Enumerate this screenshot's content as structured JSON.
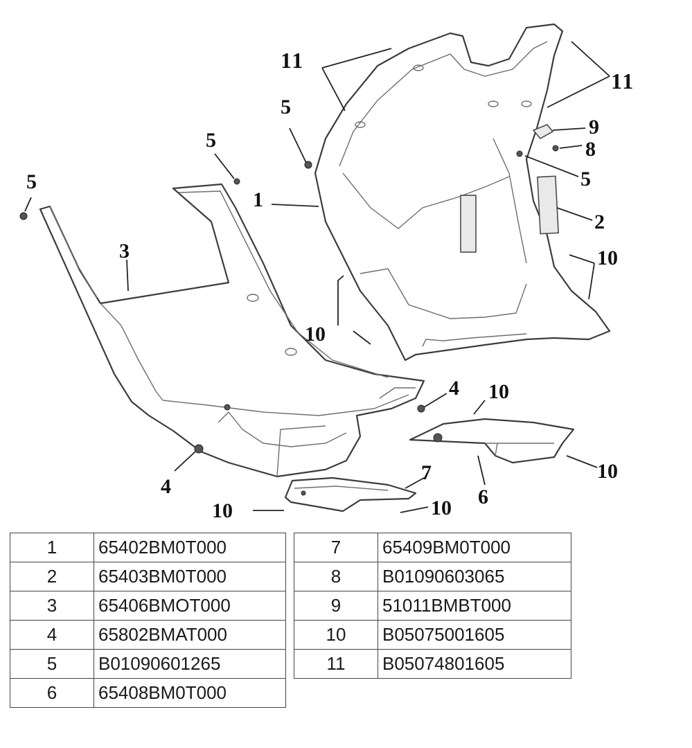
{
  "diagram": {
    "callouts": {
      "c11_left": "11",
      "c11_right": "11",
      "c5_a": "5",
      "c5_b": "5",
      "c5_c": "5",
      "c5_d": "5",
      "c1": "1",
      "c2": "2",
      "c3": "3",
      "c4_a": "4",
      "c4_b": "4",
      "c6": "6",
      "c7": "7",
      "c8": "8",
      "c9": "9",
      "c10_a": "10",
      "c10_b": "10",
      "c10_c": "10",
      "c10_d": "10",
      "c10_e": "10",
      "c10_f": "10"
    }
  },
  "parts_table": {
    "left": [
      {
        "num": "1",
        "code": "65402BM0T000"
      },
      {
        "num": "2",
        "code": "65403BM0T000"
      },
      {
        "num": "3",
        "code": "65406BMOT000"
      },
      {
        "num": "4",
        "code": "65802BMAT000"
      },
      {
        "num": "5",
        "code": "B01090601265"
      },
      {
        "num": "6",
        "code": "65408BM0T000"
      }
    ],
    "right": [
      {
        "num": "7",
        "code": "65409BM0T000"
      },
      {
        "num": "8",
        "code": "B01090603065"
      },
      {
        "num": "9",
        "code": "51011BMBT000"
      },
      {
        "num": "10",
        "code": "B05075001605"
      },
      {
        "num": "11",
        "code": "B05074801605"
      }
    ]
  }
}
